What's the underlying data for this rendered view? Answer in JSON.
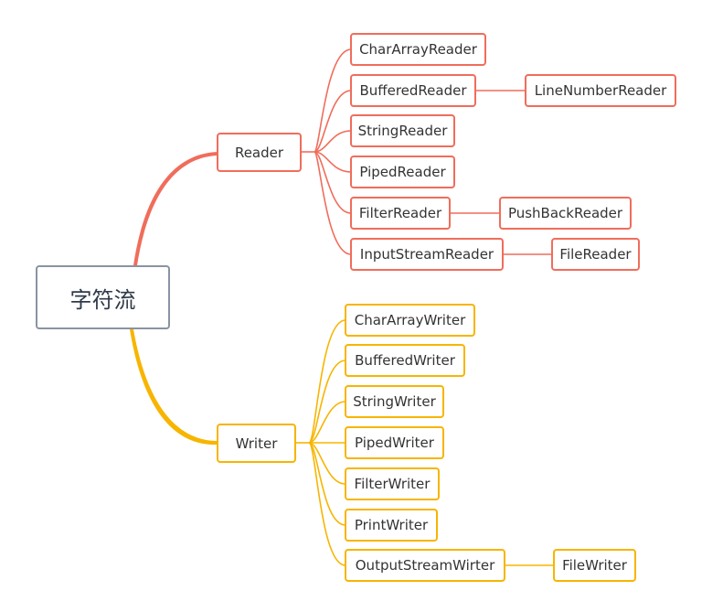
{
  "root": {
    "label": "字符流",
    "color": "#8a93a3"
  },
  "branches": [
    {
      "label": "Reader",
      "color": "#f06d5b",
      "children": [
        {
          "label": "CharArrayReader"
        },
        {
          "label": "BufferedReader",
          "child": "LineNumberReader"
        },
        {
          "label": "StringReader"
        },
        {
          "label": "PipedReader"
        },
        {
          "label": "FilterReader",
          "child": "PushBackReader"
        },
        {
          "label": "InputStreamReader",
          "child": "FileReader"
        }
      ]
    },
    {
      "label": "Writer",
      "color": "#f7b500",
      "children": [
        {
          "label": "CharArrayWriter"
        },
        {
          "label": "BufferedWriter"
        },
        {
          "label": "StringWriter"
        },
        {
          "label": "PipedWriter"
        },
        {
          "label": "FilterWriter"
        },
        {
          "label": "PrintWriter"
        },
        {
          "label": "OutputStreamWirter",
          "child": "FileWriter"
        }
      ]
    }
  ]
}
